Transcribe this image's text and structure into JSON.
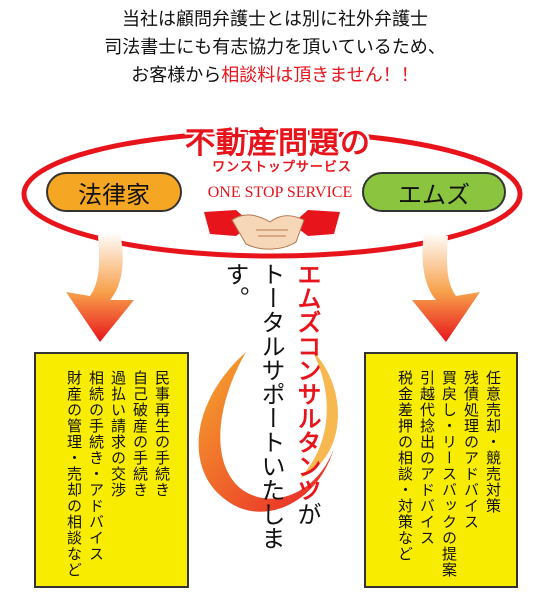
{
  "intro": {
    "line1": "当社は顧問弁護士とは別に社外弁護士",
    "line2": "司法書士にも有志協力を頂いているため、",
    "line3_prefix": "お客様から",
    "line3_highlight": "相談料は頂きません！！"
  },
  "title": {
    "main": "不動産問題の",
    "sub": "ワンストップサービス",
    "english": "ONE STOP SERVICE"
  },
  "left_pill": "法律家",
  "right_pill": "エムズ",
  "left_box": {
    "items": [
      "民事再生の手続き",
      "自己破産の手続き",
      "過払い請求の交渉",
      "相続の手続き・アドバイス",
      "財産の管理・売却の相談など"
    ]
  },
  "right_box": {
    "items": [
      "任意売却・競売対策",
      "残債処理のアドバイス",
      "買戻し・リースバックの提案",
      "引越代捻出のアドバイス",
      "税金差押の相談・対策など"
    ]
  },
  "center": {
    "line1": "エムズコンサルタンツ",
    "line1_suffix": "が",
    "line2": "トータルサポートいたします。"
  },
  "colors": {
    "red": "#e8141c",
    "orange": "#f5a623",
    "green": "#8bc53f",
    "yellow": "#f8ec00"
  }
}
